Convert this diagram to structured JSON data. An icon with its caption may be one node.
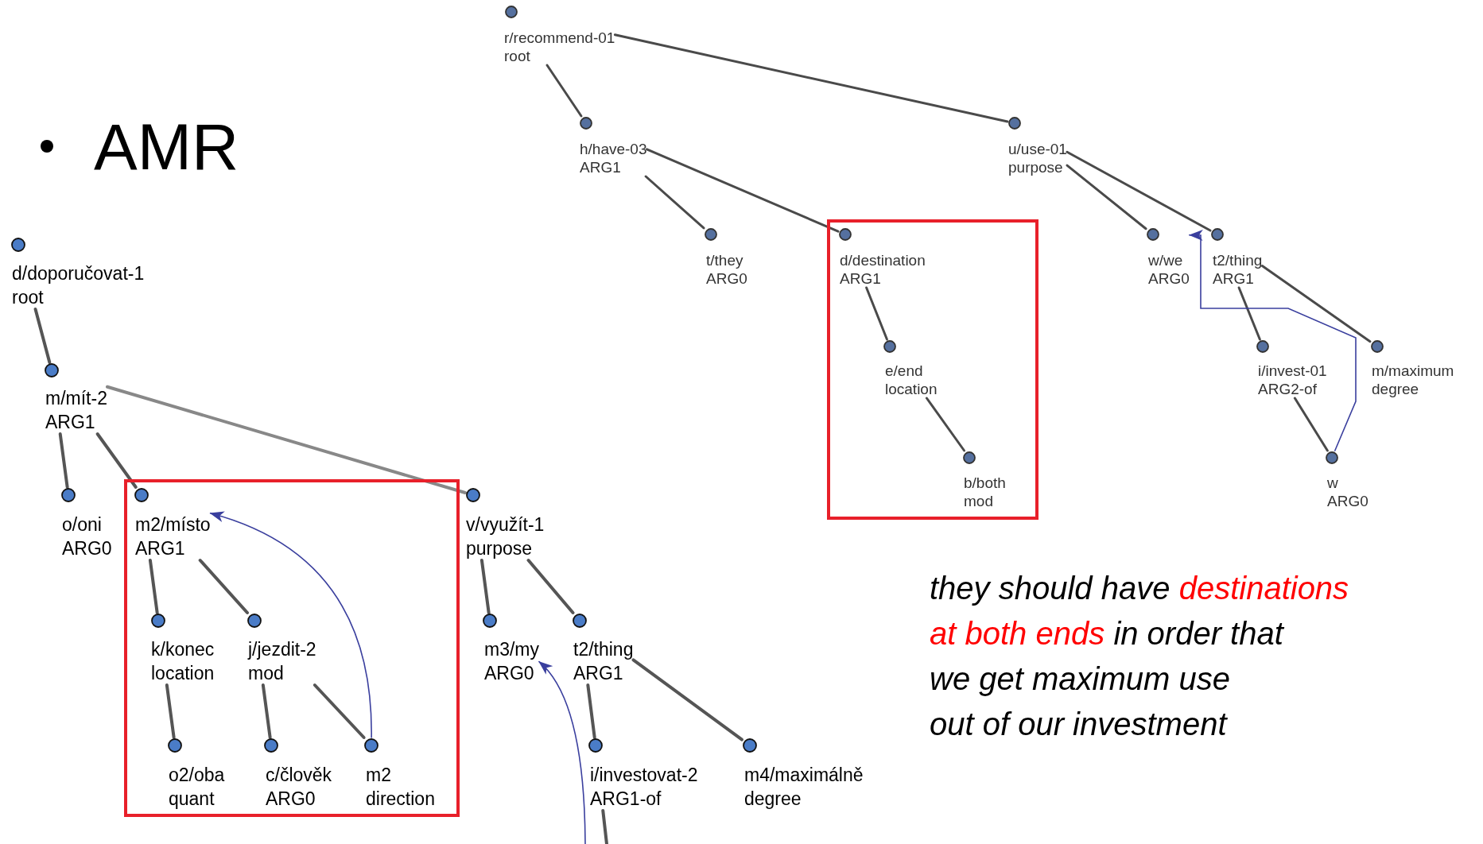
{
  "diagram": {
    "title": "AMR",
    "nodes": [
      {
        "text": [
          "r/recommend-01",
          "root"
        ]
      },
      {
        "text": [
          "h/have-03",
          "ARG1"
        ]
      },
      {
        "text": [
          "u/use-01",
          "purpose"
        ]
      },
      {
        "text": [
          "t/they",
          "ARG0"
        ]
      },
      {
        "text": [],
        "shape": "box"
      },
      {
        "text": [
          "d/destination",
          "ARG1"
        ],
        "in": 4
      },
      {
        "text": [
          "w/we",
          "ARG0"
        ]
      },
      {
        "text": [
          "t2/thing",
          "ARG1"
        ]
      },
      {
        "text": [
          "e/end",
          "location"
        ],
        "in": 4
      },
      {
        "text": [
          "i/invest-01",
          "ARG2-of"
        ]
      },
      {
        "text": [
          "m/maximum",
          "degree"
        ]
      },
      {
        "text": [
          "b/both",
          "mod"
        ],
        "in": 4
      },
      {
        "text": [
          "w",
          "ARG0"
        ]
      },
      {
        "text": [
          "d/doporučovat-1",
          "root"
        ]
      },
      {
        "text": [
          "m/mít-2",
          "ARG1"
        ]
      },
      {
        "text": [
          "o/oni",
          "ARG0"
        ]
      },
      {
        "text": [],
        "shape": "box"
      },
      {
        "text": [
          "m2/místo",
          "ARG1"
        ],
        "in": 16
      },
      {
        "text": [
          "v/využít-1",
          "purpose"
        ]
      },
      {
        "text": [
          "k/konec",
          "location"
        ],
        "in": 16
      },
      {
        "text": [
          "j/jezdit-2",
          "mod"
        ],
        "in": 16
      },
      {
        "text": [
          "m3/my",
          "ARG0"
        ]
      },
      {
        "text": [
          "t2/thing",
          "ARG1"
        ]
      },
      {
        "text": [
          "o2/oba",
          "quant"
        ],
        "in": 16
      },
      {
        "text": [
          "c/člověk",
          "ARG0"
        ],
        "in": 16
      },
      {
        "text": [
          "m2",
          "direction"
        ],
        "in": 16
      },
      {
        "text": [
          "i/investovat-2",
          "ARG1-of"
        ]
      },
      {
        "text": [
          "m4/maximálně",
          "degree"
        ]
      }
    ],
    "edges": [
      {
        "from": 0,
        "to": 1,
        "arrow": "none"
      },
      {
        "from": 0,
        "to": 2,
        "arrow": "none"
      },
      {
        "from": 1,
        "to": 3,
        "arrow": "none"
      },
      {
        "from": 1,
        "to": 5,
        "arrow": "none"
      },
      {
        "from": 5,
        "to": 8,
        "arrow": "none"
      },
      {
        "from": 8,
        "to": 11,
        "arrow": "none"
      },
      {
        "from": 2,
        "to": 6,
        "arrow": "none"
      },
      {
        "from": 2,
        "to": 7,
        "arrow": "none"
      },
      {
        "from": 7,
        "to": 9,
        "arrow": "none"
      },
      {
        "from": 7,
        "to": 10,
        "arrow": "none"
      },
      {
        "from": 9,
        "to": 12,
        "arrow": "none"
      },
      {
        "from": 12,
        "to": 6,
        "arrow": "to",
        "color": "#3a3f9e"
      },
      {
        "from": 13,
        "to": 14,
        "arrow": "none"
      },
      {
        "from": 14,
        "to": 15,
        "arrow": "none"
      },
      {
        "from": 14,
        "to": 17,
        "arrow": "none"
      },
      {
        "from": 14,
        "to": 18,
        "arrow": "none",
        "color": "#888888"
      },
      {
        "from": 17,
        "to": 19,
        "arrow": "none"
      },
      {
        "from": 17,
        "to": 20,
        "arrow": "none"
      },
      {
        "from": 19,
        "to": 23,
        "arrow": "none"
      },
      {
        "from": 20,
        "to": 24,
        "arrow": "none"
      },
      {
        "from": 20,
        "to": 25,
        "arrow": "none"
      },
      {
        "from": 25,
        "to": 17,
        "arrow": "to",
        "color": "#3a3f9e"
      },
      {
        "from": 18,
        "to": 21,
        "arrow": "none"
      },
      {
        "from": 18,
        "to": 22,
        "arrow": "none"
      },
      {
        "from": 22,
        "to": 26,
        "arrow": "none"
      },
      {
        "from": 22,
        "to": 27,
        "arrow": "none"
      },
      {
        "from": 26,
        "to": null,
        "arrow": "none"
      },
      {
        "from": null,
        "to": 21,
        "arrow": "to",
        "color": "#3a3f9e"
      }
    ],
    "labels": [
      "they should have",
      "destinations",
      "at both ends",
      "in order that",
      "we get maximum use",
      "out of our investment"
    ]
  }
}
